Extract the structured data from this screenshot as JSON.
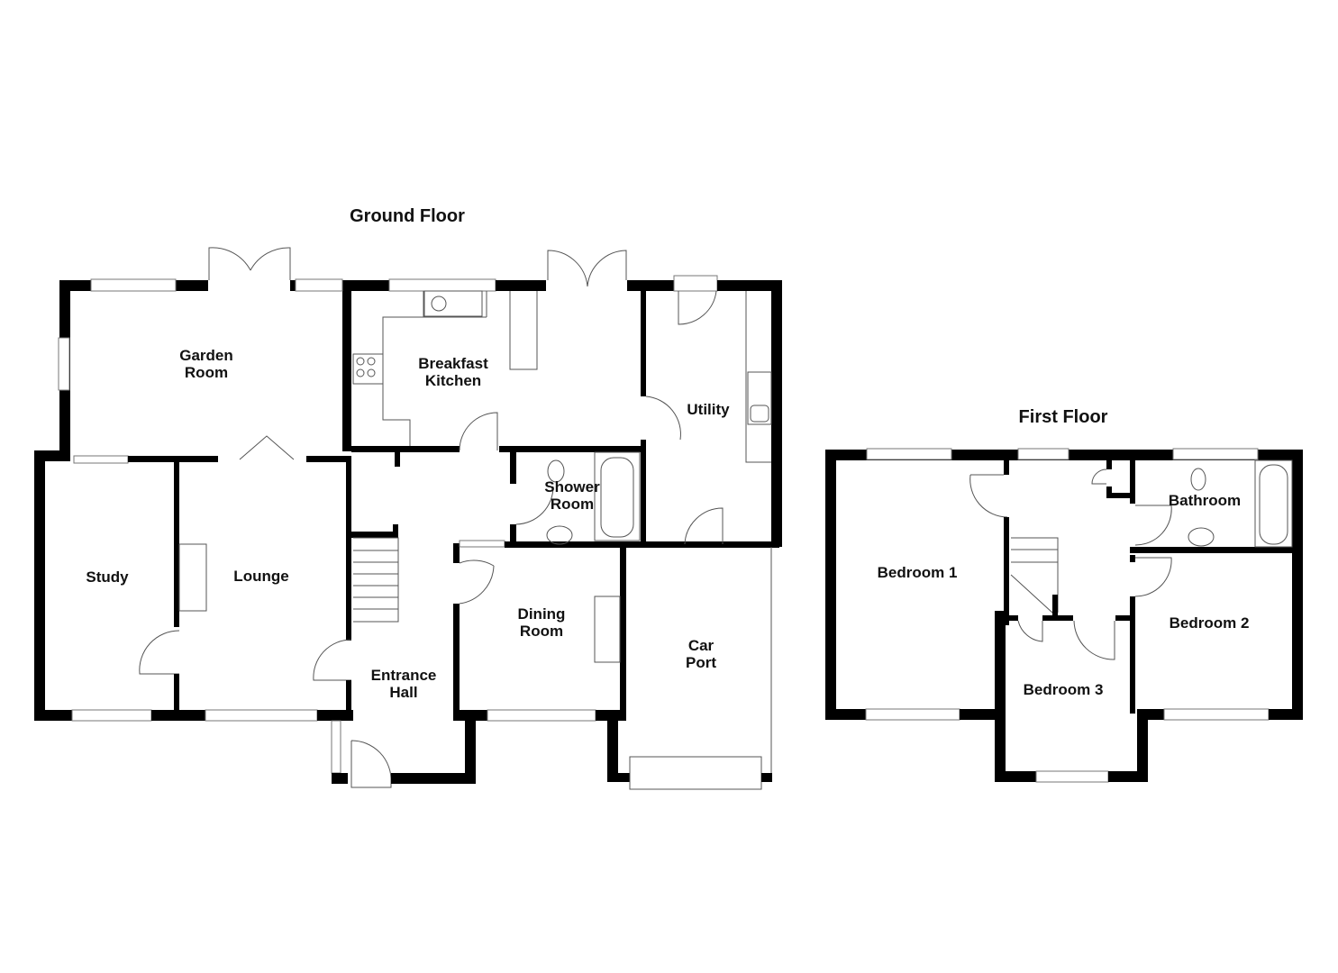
{
  "floors": [
    {
      "title": "Ground Floor",
      "rooms": [
        {
          "id": "garden-room",
          "line1": "Garden",
          "line2": "Room"
        },
        {
          "id": "breakfast-kitchen",
          "line1": "Breakfast",
          "line2": "Kitchen"
        },
        {
          "id": "utility",
          "line1": "Utility",
          "line2": ""
        },
        {
          "id": "shower-room",
          "line1": "Shower",
          "line2": "Room"
        },
        {
          "id": "study",
          "line1": "Study",
          "line2": ""
        },
        {
          "id": "lounge",
          "line1": "Lounge",
          "line2": ""
        },
        {
          "id": "entrance-hall",
          "line1": "Entrance",
          "line2": "Hall"
        },
        {
          "id": "dining-room",
          "line1": "Dining",
          "line2": "Room"
        },
        {
          "id": "car-port",
          "line1": "Car",
          "line2": "Port"
        }
      ]
    },
    {
      "title": "First Floor",
      "rooms": [
        {
          "id": "bedroom-1",
          "line1": "Bedroom 1",
          "line2": ""
        },
        {
          "id": "bathroom",
          "line1": "Bathroom",
          "line2": ""
        },
        {
          "id": "bedroom-2",
          "line1": "Bedroom 2",
          "line2": ""
        },
        {
          "id": "bedroom-3",
          "line1": "Bedroom 3",
          "line2": ""
        }
      ]
    }
  ],
  "colors": {
    "wall": "#000000",
    "fixture": "#555555",
    "background": "#ffffff"
  }
}
